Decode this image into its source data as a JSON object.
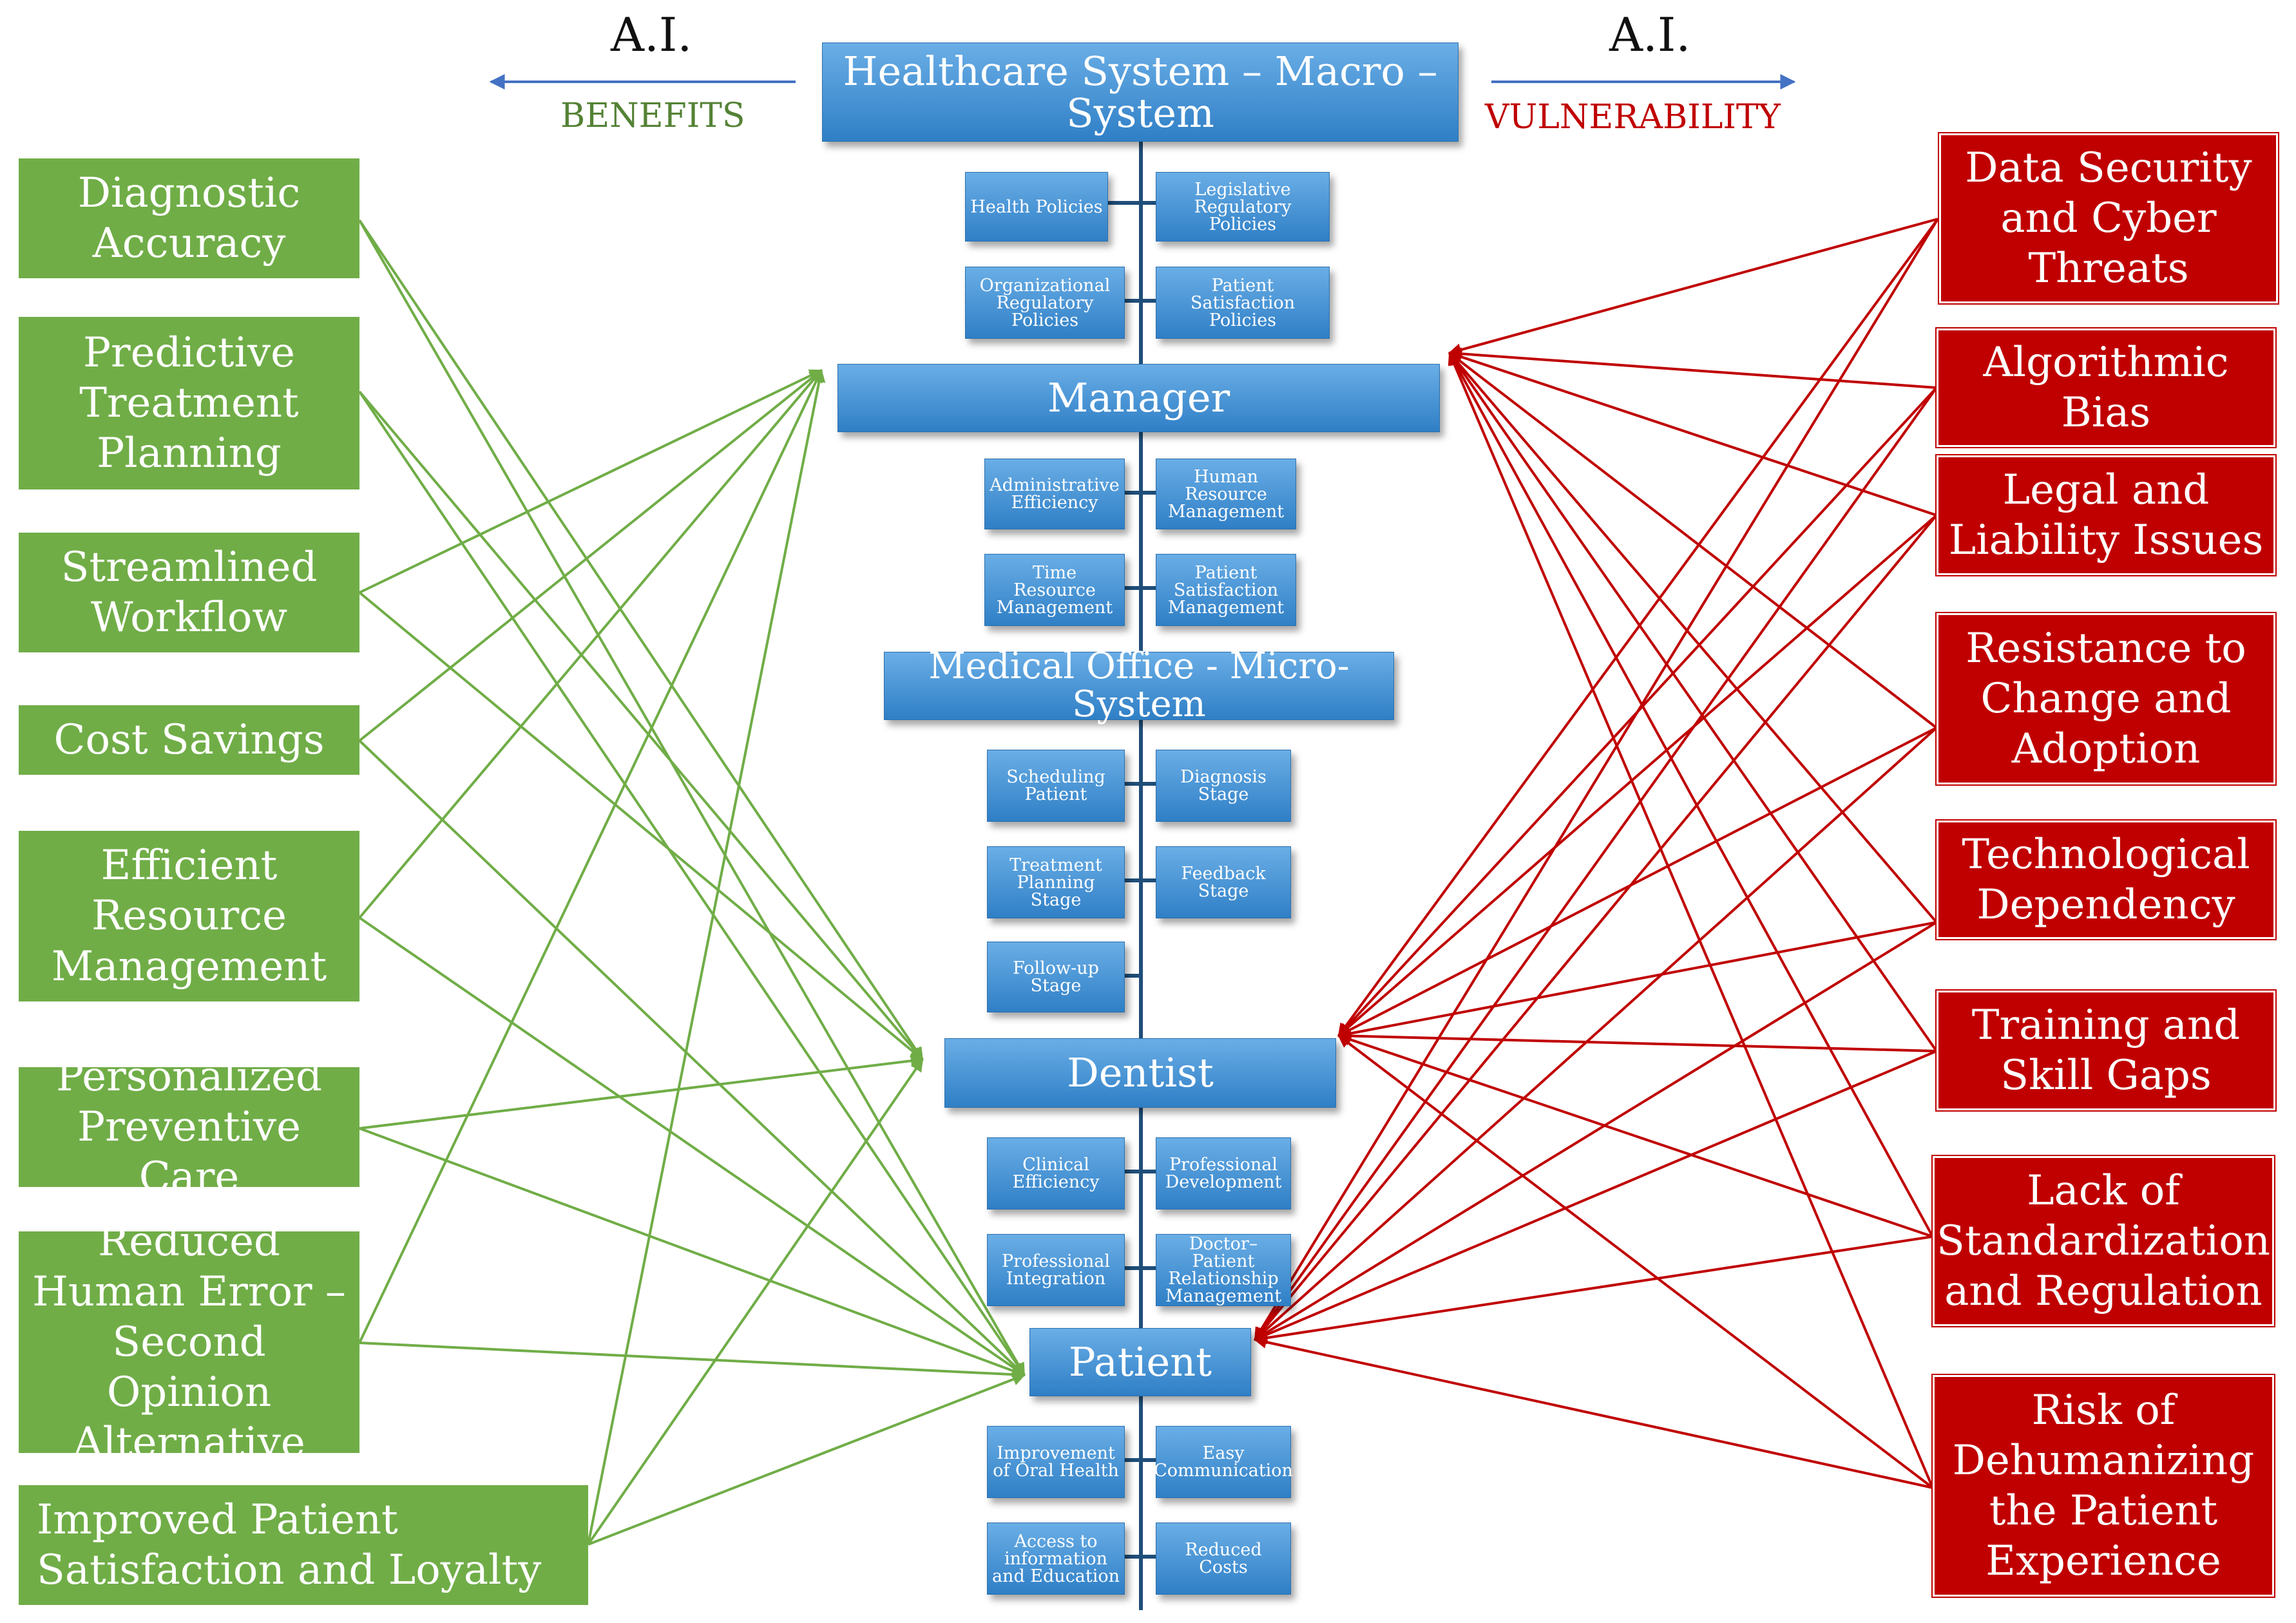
{
  "header": {
    "left_ai": "A.I.",
    "left_label": "BENEFITS",
    "right_ai": "A.I.",
    "right_label": "VULNERABILITY"
  },
  "colors": {
    "benefit": "#70ad47",
    "vulnerability": "#c00000",
    "hierarchy": "#3a8ad4",
    "spine": "#1f4e79",
    "benefits_label": "#548235",
    "vulnerability_label": "#c00000"
  },
  "hierarchy": {
    "macro": {
      "title": "Healthcare System – Macro – System",
      "items": [
        "Health Policies",
        "Legislative Regulatory Policies",
        "Organizational Regulatory Policies",
        "Patient Satisfaction Policies"
      ]
    },
    "manager": {
      "title": "Manager",
      "items": [
        "Administrative Efficiency",
        "Human Resource Management",
        "Time Resource Management",
        "Patient Satisfaction Management"
      ]
    },
    "micro": {
      "title": "Medical Office -  Micro-System",
      "items": [
        "Scheduling Patient",
        "Diagnosis Stage",
        "Treatment Planning Stage",
        "Feedback Stage",
        "Follow-up Stage"
      ]
    },
    "dentist": {
      "title": "Dentist",
      "items": [
        "Clinical Efficiency",
        "Professional Development",
        "Professional Integration",
        "Doctor–Patient Relationship Management"
      ]
    },
    "patient": {
      "title": "Patient",
      "items": [
        "Improvement of Oral Health",
        "Easy Communication",
        "Access to information and Education",
        "Reduced Costs"
      ]
    }
  },
  "benefits": [
    {
      "label": "Diagnostic Accuracy",
      "targets": [
        "dentist",
        "patient"
      ]
    },
    {
      "label": "Predictive Treatment Planning",
      "targets": [
        "dentist",
        "patient"
      ]
    },
    {
      "label": "Streamlined Workflow",
      "targets": [
        "manager",
        "dentist"
      ]
    },
    {
      "label": "Cost Savings",
      "targets": [
        "manager",
        "patient"
      ]
    },
    {
      "label": "Efficient Resource Management",
      "targets": [
        "manager",
        "patient"
      ]
    },
    {
      "label": "Personalized Preventive Care",
      "targets": [
        "dentist",
        "patient"
      ]
    },
    {
      "label": "Reduced Human Error – Second Opinion Alternative",
      "targets": [
        "manager",
        "patient"
      ]
    },
    {
      "label": "Improved Patient Satisfaction and Loyalty",
      "targets": [
        "manager",
        "dentist",
        "patient"
      ]
    }
  ],
  "vulnerabilities": [
    {
      "label": "Data Security and Cyber Threats",
      "targets": [
        "manager",
        "dentist",
        "patient"
      ]
    },
    {
      "label": "Algorithmic Bias",
      "targets": [
        "manager",
        "dentist",
        "patient"
      ]
    },
    {
      "label": "Legal and Liability Issues",
      "targets": [
        "manager",
        "dentist",
        "patient"
      ]
    },
    {
      "label": "Resistance to Change and Adoption",
      "targets": [
        "manager",
        "dentist",
        "patient"
      ]
    },
    {
      "label": "Technological Dependency",
      "targets": [
        "manager",
        "dentist",
        "patient"
      ]
    },
    {
      "label": "Training and Skill Gaps",
      "targets": [
        "manager",
        "dentist",
        "patient"
      ]
    },
    {
      "label": "Lack of Standardization and Regulation",
      "targets": [
        "manager",
        "dentist",
        "patient"
      ]
    },
    {
      "label": "Risk of Dehumanizing the Patient Experience",
      "targets": [
        "manager",
        "dentist",
        "patient"
      ]
    }
  ]
}
